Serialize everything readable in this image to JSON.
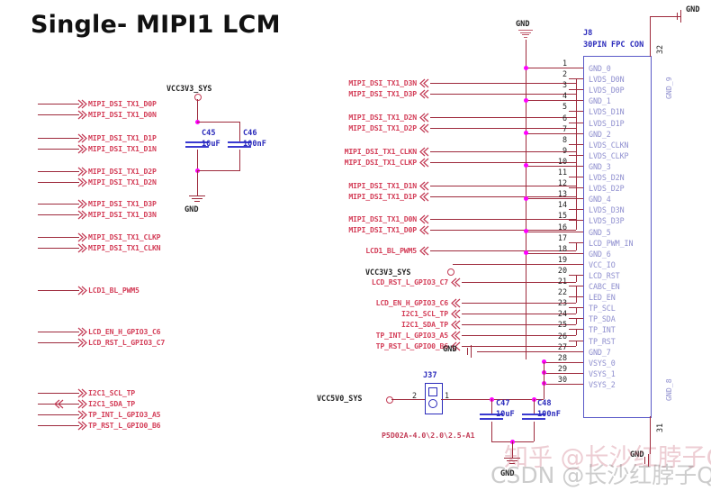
{
  "title": "Single- MIPI1 LCM",
  "power_nets": {
    "vcc3v3_left": "VCC3V3_SYS",
    "vcc3v3_mid": "VCC3V3_SYS",
    "vcc5v0": "VCC5V0_SYS",
    "gnd": "GND"
  },
  "gnd_labels": {
    "left_cap": "GND",
    "top_bus": "GND",
    "top_right": "GND",
    "mid_right": "GND",
    "bottom_cap": "GND",
    "bottom_right": "GND"
  },
  "left_signals": [
    {
      "name": "MIPI_DSI_TX1_D0P"
    },
    {
      "name": "MIPI_DSI_TX1_D0N"
    },
    {
      "name": "MIPI_DSI_TX1_D1P"
    },
    {
      "name": "MIPI_DSI_TX1_D1N"
    },
    {
      "name": "MIPI_DSI_TX1_D2P"
    },
    {
      "name": "MIPI_DSI_TX1_D2N"
    },
    {
      "name": "MIPI_DSI_TX1_D3P"
    },
    {
      "name": "MIPI_DSI_TX1_D3N"
    },
    {
      "name": "MIPI_DSI_TX1_CLKP"
    },
    {
      "name": "MIPI_DSI_TX1_CLKN"
    },
    {
      "name": "LCD1_BL_PWM5"
    },
    {
      "name": "LCD_EN_H_GPIO3_C6"
    },
    {
      "name": "LCD_RST_L_GPIO3_C7"
    },
    {
      "name": "I2C1_SCL_TP"
    },
    {
      "name": "I2C1_SDA_TP"
    },
    {
      "name": "TP_INT_L_GPIO3_A5"
    },
    {
      "name": "TP_RST_L_GPIO0_B6"
    }
  ],
  "mid_signals_top": [
    {
      "name": "MIPI_DSI_TX1_D3N"
    },
    {
      "name": "MIPI_DSI_TX1_D3P"
    },
    {
      "name": "MIPI_DSI_TX1_D2N"
    },
    {
      "name": "MIPI_DSI_TX1_D2P"
    },
    {
      "name": "MIPI_DSI_TX1_CLKN"
    },
    {
      "name": "MIPI_DSI_TX1_CLKP"
    },
    {
      "name": "MIPI_DSI_TX1_D1N"
    },
    {
      "name": "MIPI_DSI_TX1_D1P"
    },
    {
      "name": "MIPI_DSI_TX1_D0N"
    },
    {
      "name": "MIPI_DSI_TX1_D0P"
    },
    {
      "name": "LCD1_BL_PWM5"
    }
  ],
  "mid_signals_bottom": [
    {
      "name": "LCD_RST_L_GPIO3_C7"
    },
    {
      "name": "LCD_EN_H_GPIO3_C6"
    },
    {
      "name": "I2C1_SCL_TP"
    },
    {
      "name": "I2C1_SDA_TP"
    },
    {
      "name": "TP_INT_L_GPIO3_A5"
    },
    {
      "name": "TP_RST_L_GPIO0_B6"
    }
  ],
  "connector": {
    "refdes": "J8",
    "description": "30PIN FPC CON",
    "side_pins": [
      {
        "num": "32",
        "name": "GND_9"
      },
      {
        "num": "31",
        "name": "GND_8"
      }
    ],
    "pins": [
      {
        "num": "1",
        "name": "GND_0"
      },
      {
        "num": "2",
        "name": "LVDS_D0N"
      },
      {
        "num": "3",
        "name": "LVDS_D0P"
      },
      {
        "num": "4",
        "name": "GND_1"
      },
      {
        "num": "5",
        "name": "LVDS_D1N"
      },
      {
        "num": "6",
        "name": "LVDS_D1P"
      },
      {
        "num": "7",
        "name": "GND_2"
      },
      {
        "num": "8",
        "name": "LVDS_CLKN"
      },
      {
        "num": "9",
        "name": "LVDS_CLKP"
      },
      {
        "num": "10",
        "name": "GND_3"
      },
      {
        "num": "11",
        "name": "LVDS_D2N"
      },
      {
        "num": "12",
        "name": "LVDS_D2P"
      },
      {
        "num": "13",
        "name": "GND_4"
      },
      {
        "num": "14",
        "name": "LVDS_D3N"
      },
      {
        "num": "15",
        "name": "LVDS_D3P"
      },
      {
        "num": "16",
        "name": "GND_5"
      },
      {
        "num": "17",
        "name": "LCD_PWM_IN"
      },
      {
        "num": "18",
        "name": "GND_6"
      },
      {
        "num": "19",
        "name": "VCC_IO"
      },
      {
        "num": "20",
        "name": "LCD_RST"
      },
      {
        "num": "21",
        "name": "CABC_EN"
      },
      {
        "num": "22",
        "name": "LED_EN"
      },
      {
        "num": "23",
        "name": "TP_SCL"
      },
      {
        "num": "24",
        "name": "TP_SDA"
      },
      {
        "num": "25",
        "name": "TP_INT"
      },
      {
        "num": "26",
        "name": "TP_RST"
      },
      {
        "num": "27",
        "name": "GND_7"
      },
      {
        "num": "28",
        "name": "VSYS_0"
      },
      {
        "num": "29",
        "name": "VSYS_1"
      },
      {
        "num": "30",
        "name": "VSYS_2"
      }
    ]
  },
  "capacitors": [
    {
      "refdes": "C45",
      "value": "10uF"
    },
    {
      "refdes": "C46",
      "value": "100nF"
    },
    {
      "refdes": "C47",
      "value": "10uF"
    },
    {
      "refdes": "C48",
      "value": "100nF"
    }
  ],
  "j37": {
    "refdes": "J37",
    "part": "P5D02A-4.0\\2.0\\2.5-A1",
    "pin1": "1",
    "pin2": "2"
  },
  "watermarks": {
    "zhihu": "知乎 @长沙红脖子Qt",
    "csdn": "CSDN @长沙红脖子Qt"
  },
  "colors": {
    "net": "#d4405a",
    "pin": "#8f8fcf",
    "wire": "#9e2a3c",
    "junction": "#ff00ff",
    "connector_border": "#5a5ac8"
  }
}
